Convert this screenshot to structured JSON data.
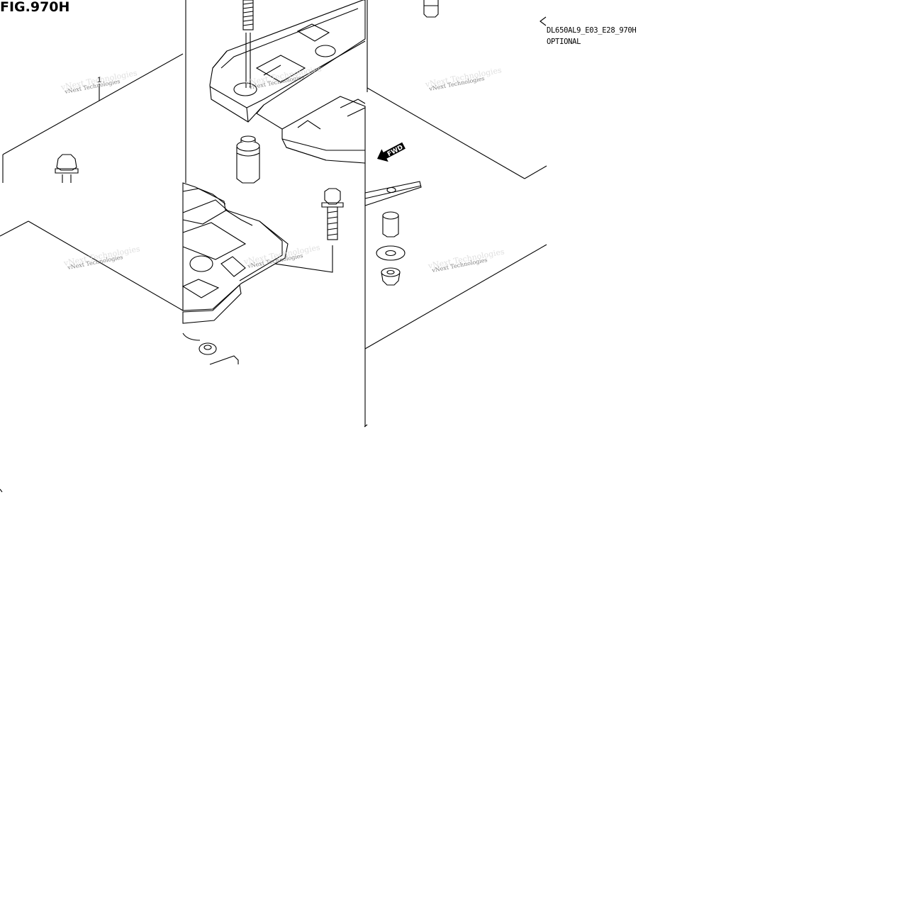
{
  "figure": {
    "title": "FIG.970H",
    "code": "DL650AL9_E03_E28_970H",
    "note": "OPTIONAL"
  },
  "callouts": [
    {
      "label": "1"
    }
  ],
  "direction_marker": {
    "label": "FWD"
  },
  "watermark": {
    "text": "vNext Technologies"
  },
  "colors": {
    "line": "#000000",
    "background": "#ffffff",
    "watermark": "#555555"
  }
}
